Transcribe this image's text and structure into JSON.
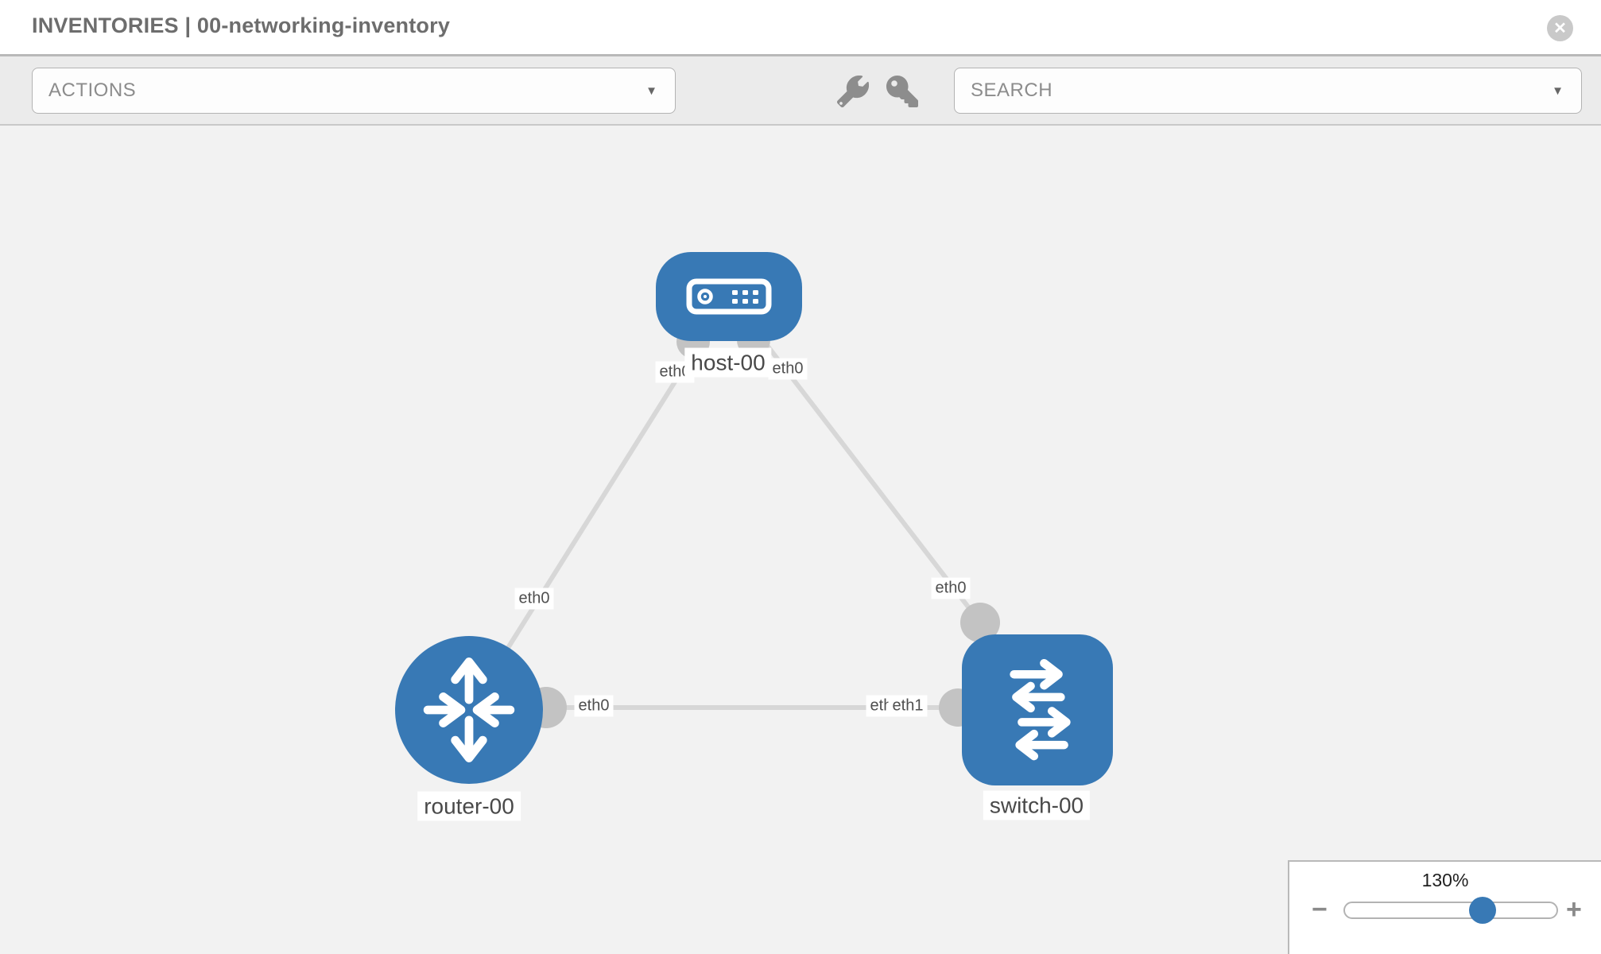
{
  "header": {
    "title": "INVENTORIES | 00-networking-inventory",
    "close_glyph": "✕"
  },
  "toolbar": {
    "actions_label": "ACTIONS",
    "search_label": "SEARCH",
    "caret_glyph": "▼"
  },
  "topology": {
    "nodes": [
      {
        "id": "host-00",
        "type": "host",
        "label": "host-00"
      },
      {
        "id": "router-00",
        "type": "router",
        "label": "router-00"
      },
      {
        "id": "switch-00",
        "type": "switch",
        "label": "switch-00"
      }
    ],
    "links": [
      {
        "from": "host-00",
        "to": "router-00",
        "from_interface": "eth0",
        "to_interface": "eth0"
      },
      {
        "from": "host-00",
        "to": "switch-00",
        "from_interface": "eth0",
        "to_interface": "eth0"
      },
      {
        "from": "router-00",
        "to": "switch-00",
        "from_interface": "eth0",
        "to_interface": "eth1"
      }
    ],
    "interface_labels": {
      "host_left": "eth0",
      "host_right": "eth0",
      "router_upper": "eth0",
      "switch_upper": "eth0",
      "router_right": "eth0",
      "switch_left_under": "eth0",
      "switch_left_over": "eth1"
    }
  },
  "zoom_control": {
    "level": "130%",
    "minus_glyph": "−",
    "plus_glyph": "+"
  },
  "colors": {
    "node_blue": "#3879b5",
    "connector_gray": "#c3c3c3",
    "link_gray": "#d7d7d7",
    "accent_text": "#6d6d6d"
  }
}
